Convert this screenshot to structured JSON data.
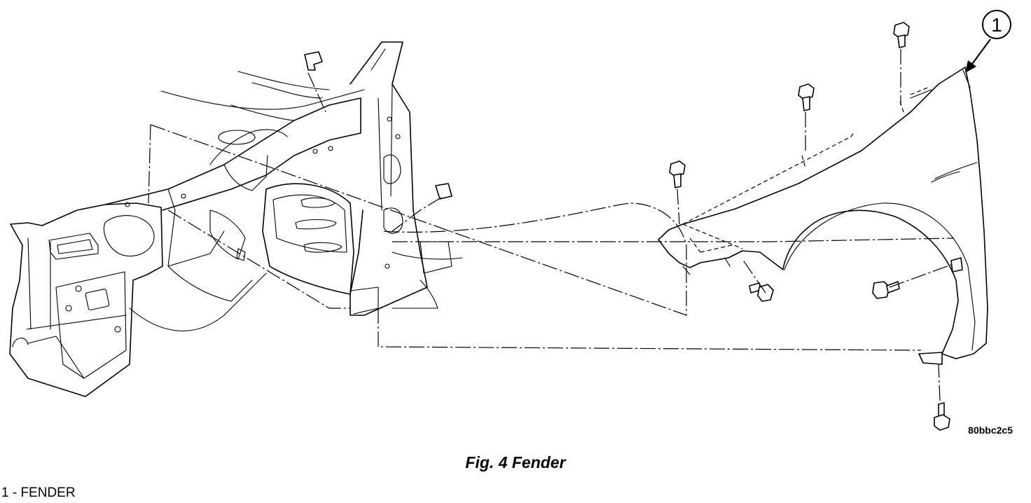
{
  "figure": {
    "caption": "Fig. 4 Fender",
    "reference_code": "80bbc2c5",
    "callouts": [
      {
        "number": "1",
        "label": "1 - FENDER"
      }
    ]
  }
}
